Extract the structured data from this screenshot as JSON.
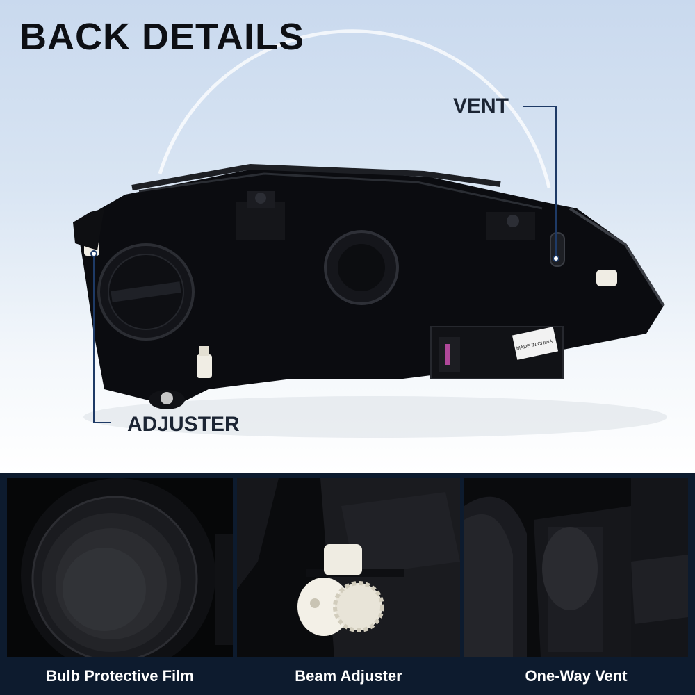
{
  "title": "BACK DETAILS",
  "callouts": {
    "vent": "VENT",
    "adjuster": "ADJUSTER"
  },
  "product": {
    "stamp_text": "MADE IN CHINA"
  },
  "panels": [
    {
      "caption": "Bulb Protective Film",
      "icon": "bulb-cover-closeup"
    },
    {
      "caption": "Beam Adjuster",
      "icon": "adjuster-gear-closeup"
    },
    {
      "caption": "One-Way Vent",
      "icon": "vent-cap-closeup"
    }
  ],
  "colors": {
    "callout_line": "#1e3a66",
    "strip_background": "#0d1b2e",
    "housing": "#0a0b0e"
  }
}
